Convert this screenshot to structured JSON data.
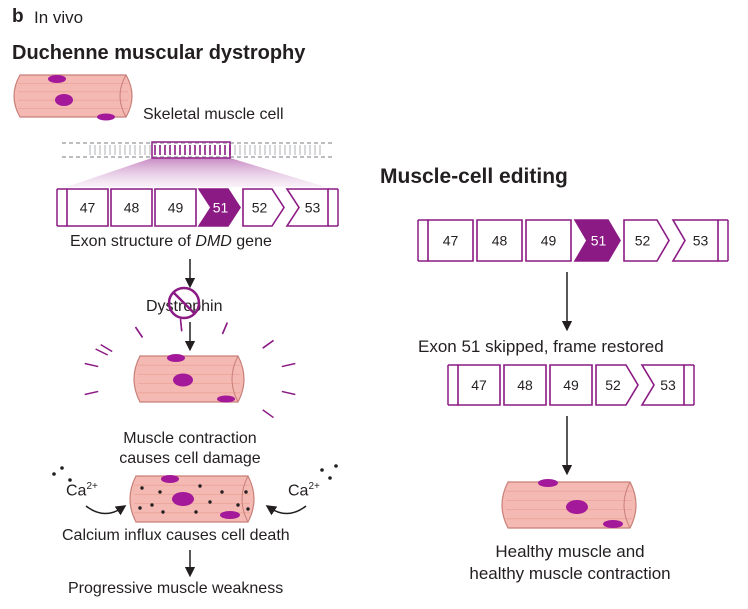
{
  "panel": {
    "letter": "b",
    "subtitle": "In vivo"
  },
  "left": {
    "title": "Duchenne muscular dystrophy",
    "skeletal_label": "Skeletal muscle cell",
    "exons": [
      "47",
      "48",
      "49",
      "51",
      "52",
      "53"
    ],
    "exon_caption_pre": "Exon structure of ",
    "exon_caption_gene": "DMD",
    "exon_caption_post": " gene",
    "dystrophin": "Dystrophin",
    "damage_line1": "Muscle contraction",
    "damage_line2": "causes cell damage",
    "ca_label": "Ca",
    "ca_sup": "2+",
    "death": "Calcium influx causes cell death",
    "weakness": "Progressive muscle weakness"
  },
  "right": {
    "title": "Muscle-cell editing",
    "exons": [
      "47",
      "48",
      "49",
      "51",
      "52",
      "53"
    ],
    "skip_label": "Exon 51 skipped, frame restored",
    "restored_exons": [
      "47",
      "48",
      "49",
      "52",
      "53"
    ],
    "healthy_line1": "Healthy muscle and",
    "healthy_line2": "healthy muscle contraction"
  },
  "colors": {
    "purple": "#8b1a84",
    "muscle_fill": "#f4b9b2",
    "muscle_stroke": "#c87f78",
    "nucleus": "#a3199a"
  }
}
